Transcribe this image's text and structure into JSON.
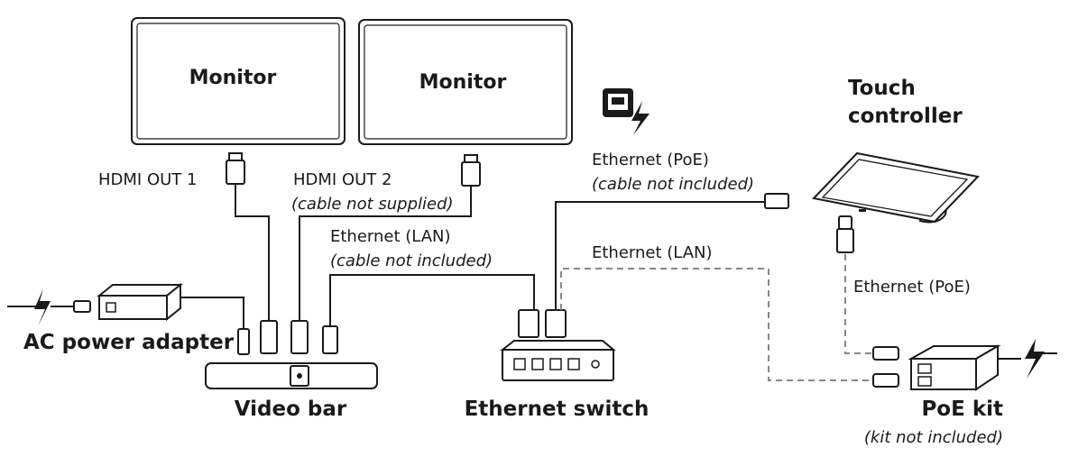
{
  "monitors": [
    "Monitor",
    "Monitor"
  ],
  "labels": {
    "hdmi_out_1": "HDMI OUT 1",
    "hdmi_out_2": "HDMI OUT 2",
    "cable_not_supplied": "(cable not supplied)",
    "eth_lan_1": "Ethernet (LAN)",
    "cable_not_included_1": "(cable not included)",
    "eth_lan_2": "Ethernet (LAN)",
    "eth_poe_1": "Ethernet (PoE)",
    "cable_not_included_2": "(cable not included)",
    "eth_poe_2": "Ethernet (PoE)",
    "kit_not_included": "(kit not included)"
  },
  "devices": {
    "touch_controller_line1": "Touch",
    "touch_controller_line2": "controller",
    "ac_power_adapter": "AC power adapter",
    "video_bar": "Video bar",
    "ethernet_switch": "Ethernet switch",
    "poe_kit": "PoE kit"
  }
}
